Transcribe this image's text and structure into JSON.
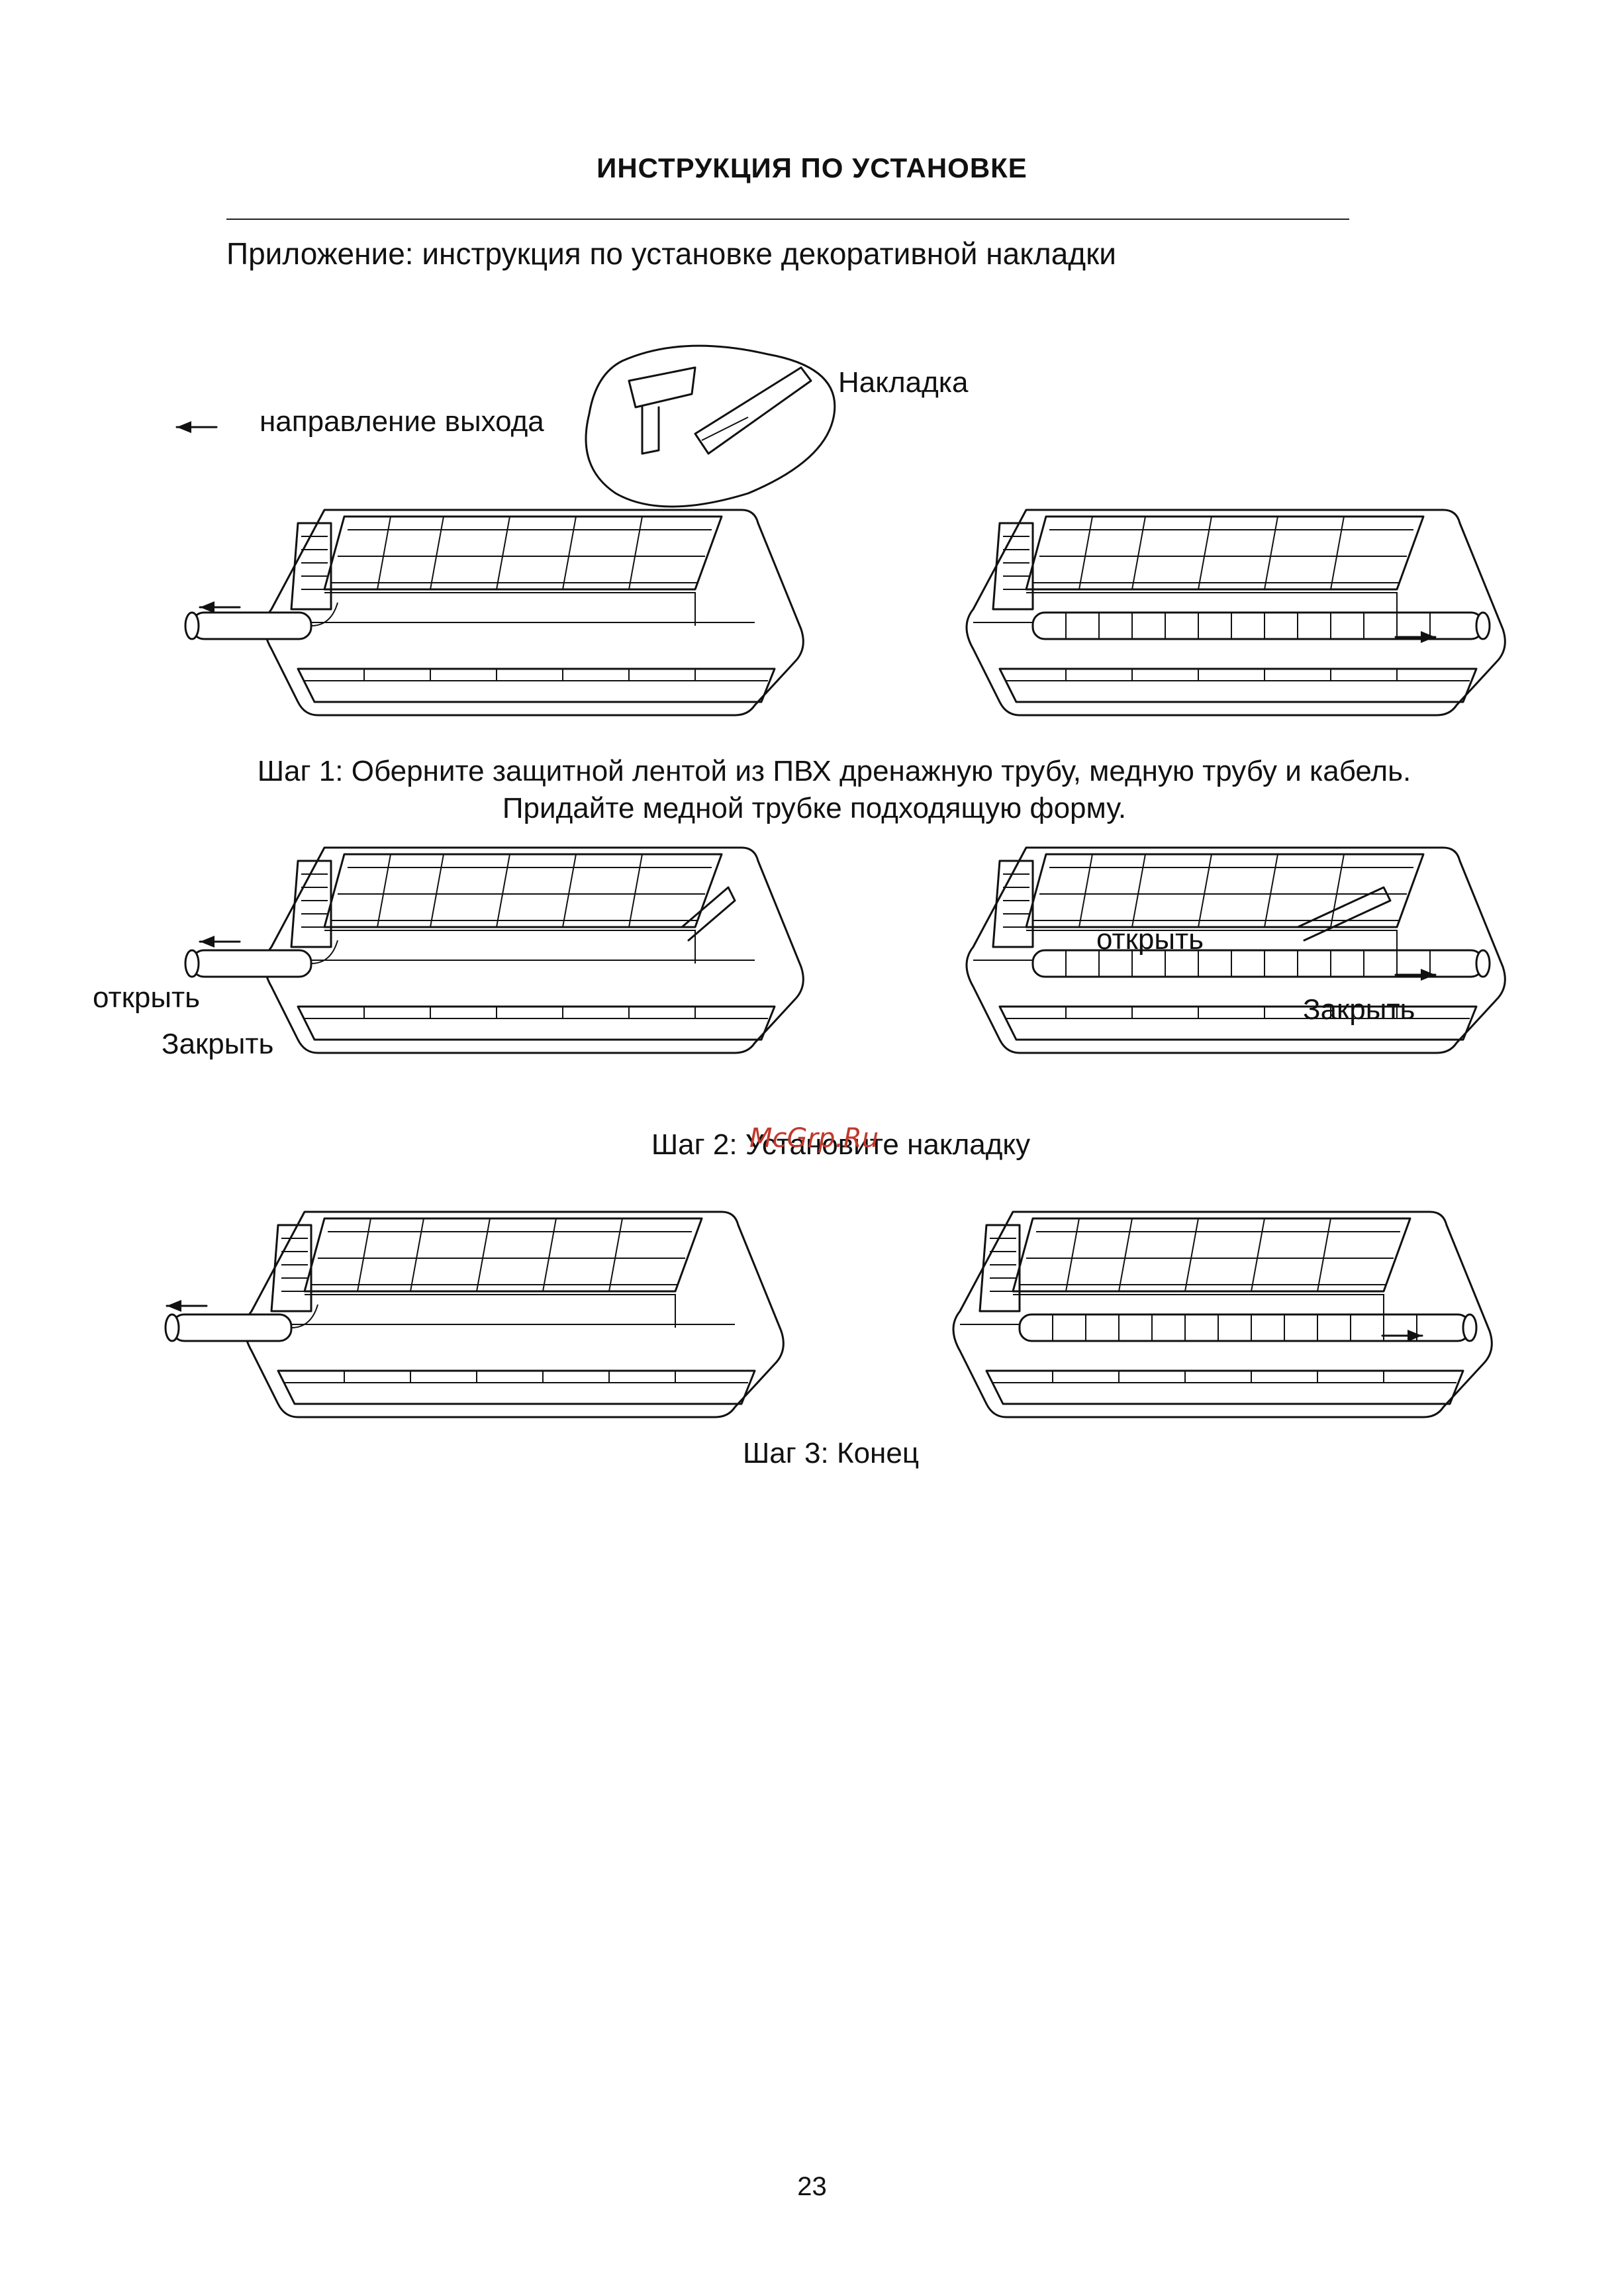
{
  "header": {
    "title": "ИНСТРУКЦИЯ ПО УСТАНОВКЕ"
  },
  "subtitle": "Приложение: инструкция по установке декоративной накладки",
  "labels": {
    "direction": "направление выхода",
    "cover": "Накладка",
    "open_left": "открыть",
    "close_left": "Закрыть",
    "open_right": "открыть",
    "close_right": "Закрыть"
  },
  "steps": {
    "step1_line1": "Шаг 1: Оберните защитной лентой из ПВХ дренажную трубу, медную трубу и кабель.",
    "step1_line2": "Придайте медной трубке подходящую форму.",
    "step2": "Шаг 2: Установите накладку",
    "step3": "Шаг 3: Конец"
  },
  "watermark": "McGrp.Ru",
  "page_number": "23"
}
